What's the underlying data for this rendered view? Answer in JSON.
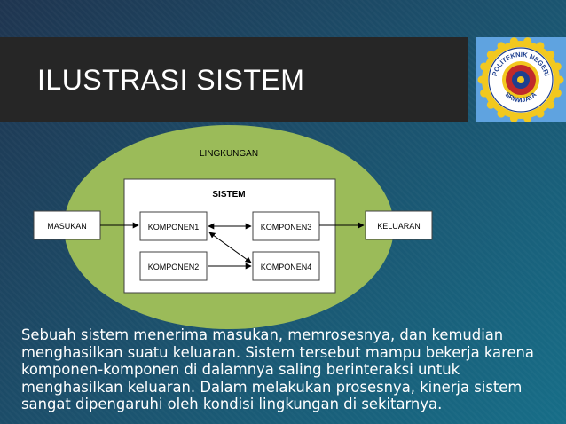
{
  "slide": {
    "title": "ILUSTRASI SISTEM",
    "body": "Sebuah sistem menerima masukan, memrosesnya, dan kemudian menghasilkan suatu keluaran. Sistem tersebut mampu bekerja karena komponen-komponen di dalamnya saling berinteraksi untuk menghasilkan keluaran. Dalam melakukan prosesnya, kinerja sistem sangat dipengaruhi oleh kondisi lingkungan di sekitarnya."
  },
  "logo": {
    "text_top": "POLITEKNIK NEGERI",
    "text_bottom": "SRIWIJAYA",
    "icon": "politeknik-negeri-sriwijaya-logo"
  },
  "diagram": {
    "environment_label": "LINGKUNGAN",
    "system_label": "SISTEM",
    "input_label": "MASUKAN",
    "output_label": "KELUARAN",
    "components": [
      "KOMPONEN1",
      "KOMPONEN2",
      "KOMPONEN3",
      "KOMPONEN4"
    ]
  },
  "colors": {
    "environment_fill": "#9bbb59",
    "box_fill": "#ffffff",
    "title_bar": "#262626",
    "logo_bg": "#5fa3e0",
    "logo_ring": "#f2c81f"
  }
}
